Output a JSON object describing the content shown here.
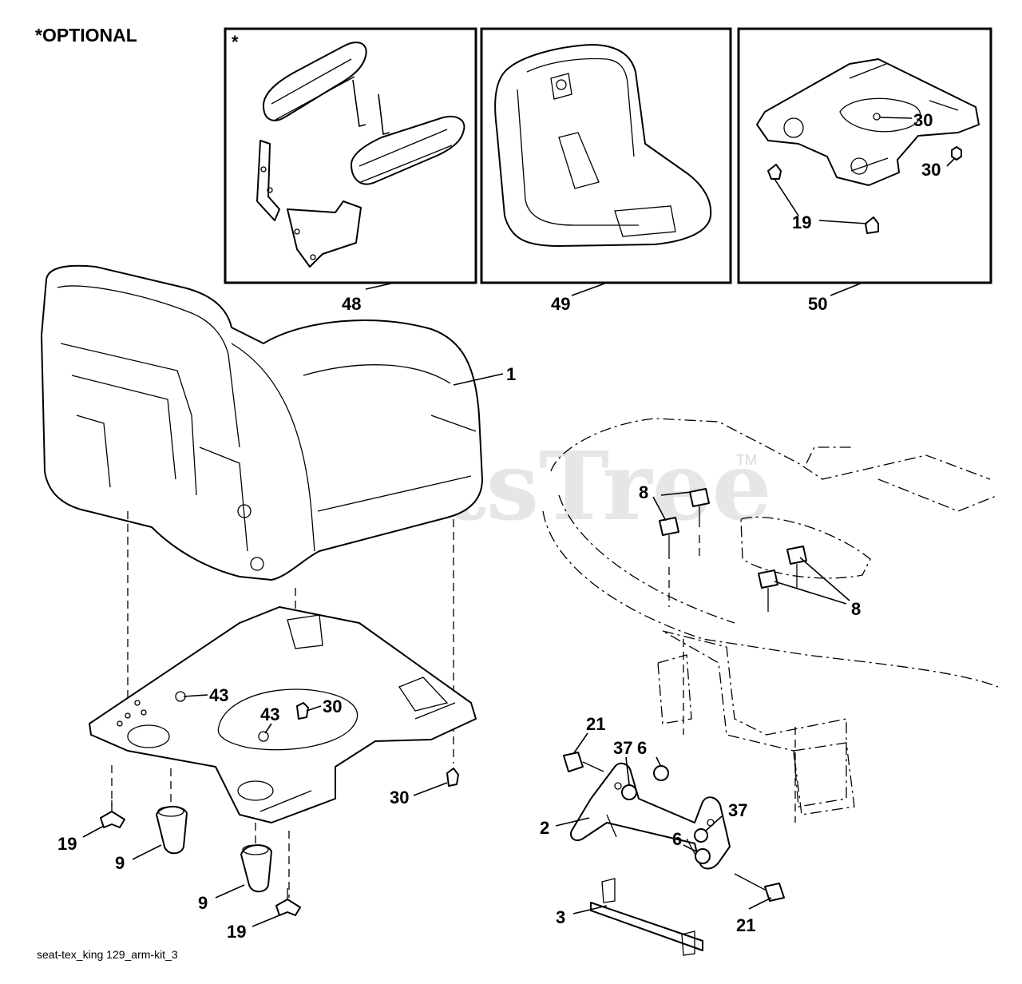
{
  "header": {
    "optional_label": "*OPTIONAL"
  },
  "panels": [
    {
      "id": "48",
      "corner_mark": "*",
      "label": "48"
    },
    {
      "id": "49",
      "corner_mark": "",
      "label": "49"
    },
    {
      "id": "50",
      "corner_mark": "",
      "label": "50"
    }
  ],
  "watermark": {
    "text": "PartsTree",
    "tm": "TM"
  },
  "footer": {
    "filename": "seat-tex_king 129_arm-kit_3"
  },
  "callouts": {
    "p50_30a": "30",
    "p50_30b": "30",
    "p50_19": "19",
    "seat_1": "1",
    "plate_43a": "43",
    "plate_43b": "43",
    "plate_30a": "30",
    "plate_30b": "30",
    "left_19a": "19",
    "left_9a": "9",
    "left_9b": "9",
    "left_19b": "19",
    "frame_8a": "8",
    "frame_8b": "8",
    "bracket_21a": "21",
    "bracket_37a": "37",
    "bracket_6a": "6",
    "bracket_2": "2",
    "bracket_37b": "37",
    "bracket_6b": "6",
    "bracket_3": "3",
    "bracket_21b": "21"
  }
}
